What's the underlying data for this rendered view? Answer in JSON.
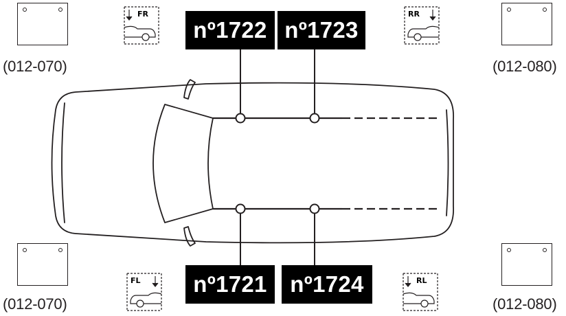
{
  "plate_codes": {
    "top_left": "(012-070)",
    "top_right": "(012-080)",
    "bottom_left": "(012-070)",
    "bottom_right": "(012-080)"
  },
  "reference_numbers": {
    "front_right": "nº1722",
    "rear_right": "nº1723",
    "front_left": "nº1721",
    "rear_left": "nº1724"
  },
  "position_icons": {
    "fr": {
      "label": "FR",
      "icon": "car-side-down-arrow-icon"
    },
    "rr": {
      "label": "RR",
      "icon": "car-side-down-arrow-icon"
    },
    "fl": {
      "label": "FL",
      "icon": "car-side-down-arrow-icon"
    },
    "rl": {
      "label": "RL",
      "icon": "car-side-down-arrow-icon"
    }
  },
  "colors": {
    "line": "#231f20",
    "label_bg": "#000000",
    "label_text": "#ffffff"
  }
}
